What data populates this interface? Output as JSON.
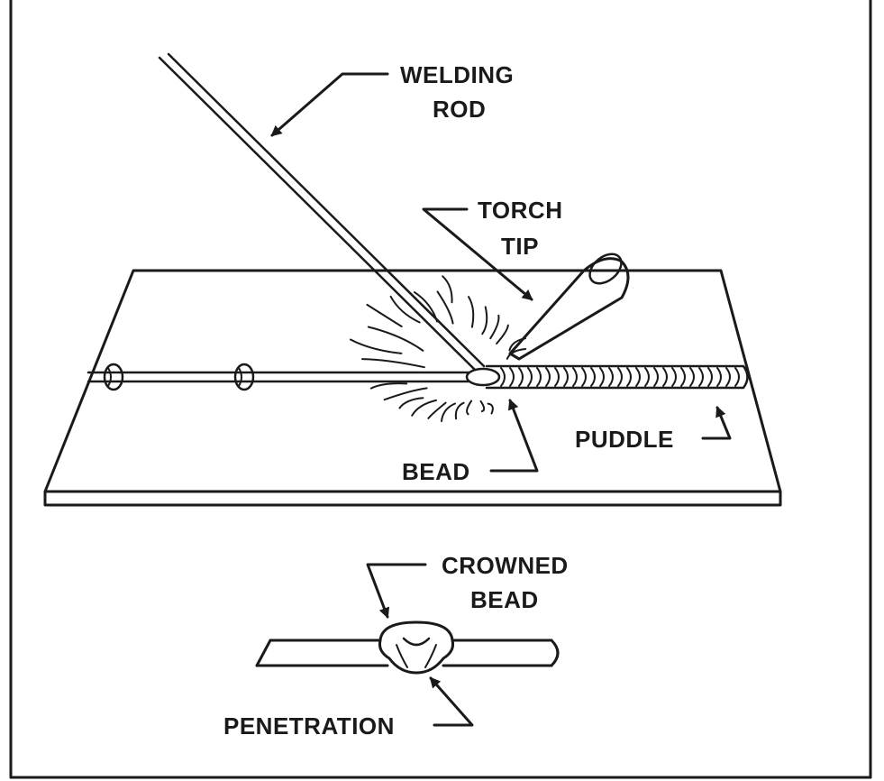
{
  "labels": {
    "welding_rod": [
      "WELDING",
      "ROD"
    ],
    "torch_tip": [
      "TORCH",
      "TIP"
    ],
    "puddle": "PUDDLE",
    "bead": "BEAD",
    "crowned_bead": [
      "CROWNED",
      "BEAD"
    ],
    "penetration": "PENETRATION"
  },
  "colors": {
    "ink": "#1a1a1a",
    "background": "#ffffff"
  }
}
